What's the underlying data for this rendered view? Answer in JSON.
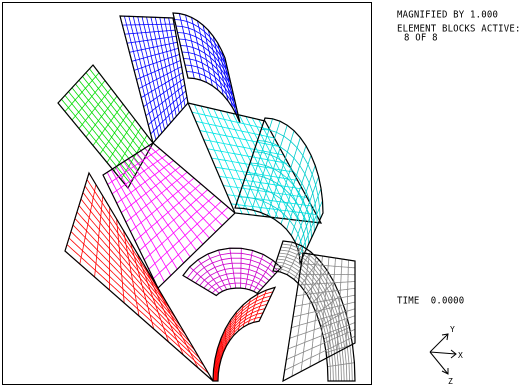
{
  "header": {
    "magnification": "MAGNIFIED BY 1.000",
    "blocks_label": "ELEMENT BLOCKS ACTIVE:",
    "blocks_count": "8 OF 8"
  },
  "time": {
    "label": "TIME  0.0000"
  },
  "axes": {
    "y": "Y",
    "x": "X",
    "z": "Z"
  },
  "blocks": [
    {
      "id": "block-top-front",
      "color": "#0000ff"
    },
    {
      "id": "block-top-left",
      "color": "#00dd00"
    },
    {
      "id": "block-upper-right",
      "color": "#00e5e5"
    },
    {
      "id": "block-mid-left",
      "color": "#ff00ff"
    },
    {
      "id": "block-inner-mid",
      "color": "#cc00cc"
    },
    {
      "id": "block-inner-right",
      "color": "#00cccc"
    },
    {
      "id": "block-lower-left",
      "color": "#ff0000"
    },
    {
      "id": "block-lower-right",
      "color": "#888888"
    }
  ]
}
